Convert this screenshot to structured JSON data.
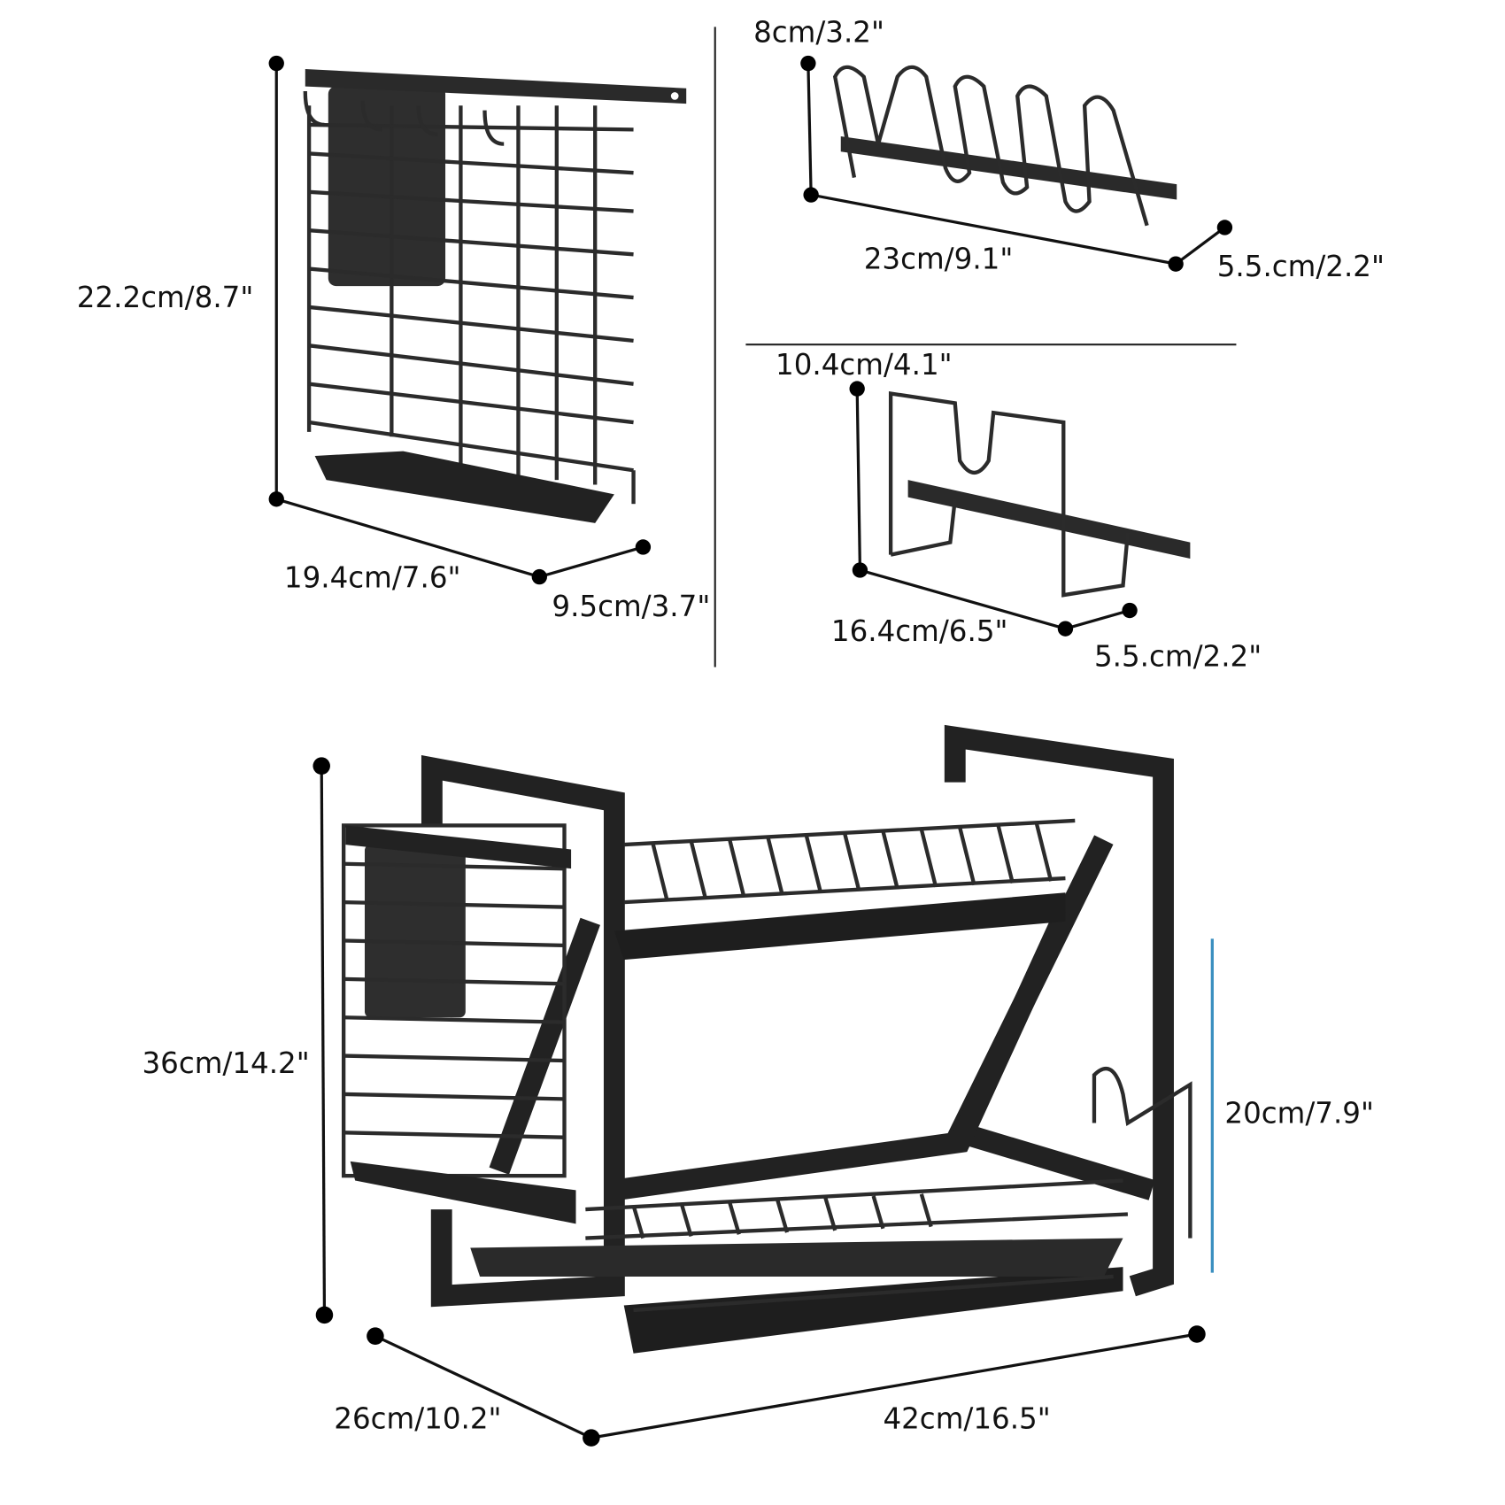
{
  "utensil_holder": {
    "height": "22.2cm/8.7\"",
    "width": "19.4cm/7.6\"",
    "depth": "9.5cm/3.7\""
  },
  "cup_rack": {
    "height": "8cm/3.2\"",
    "width": "23cm/9.1\"",
    "depth": "5.5.cm/2.2\""
  },
  "lid_holder": {
    "height": "10.4cm/4.1\"",
    "width": "16.4cm/6.5\"",
    "depth": "5.5.cm/2.2\""
  },
  "dish_rack": {
    "height": "36cm/14.2\"",
    "depth": "26cm/10.2\"",
    "width": "42cm/16.5\"",
    "tier_height": "20cm/7.9\""
  },
  "colors": {
    "tier_line": "#3a8fc0"
  }
}
